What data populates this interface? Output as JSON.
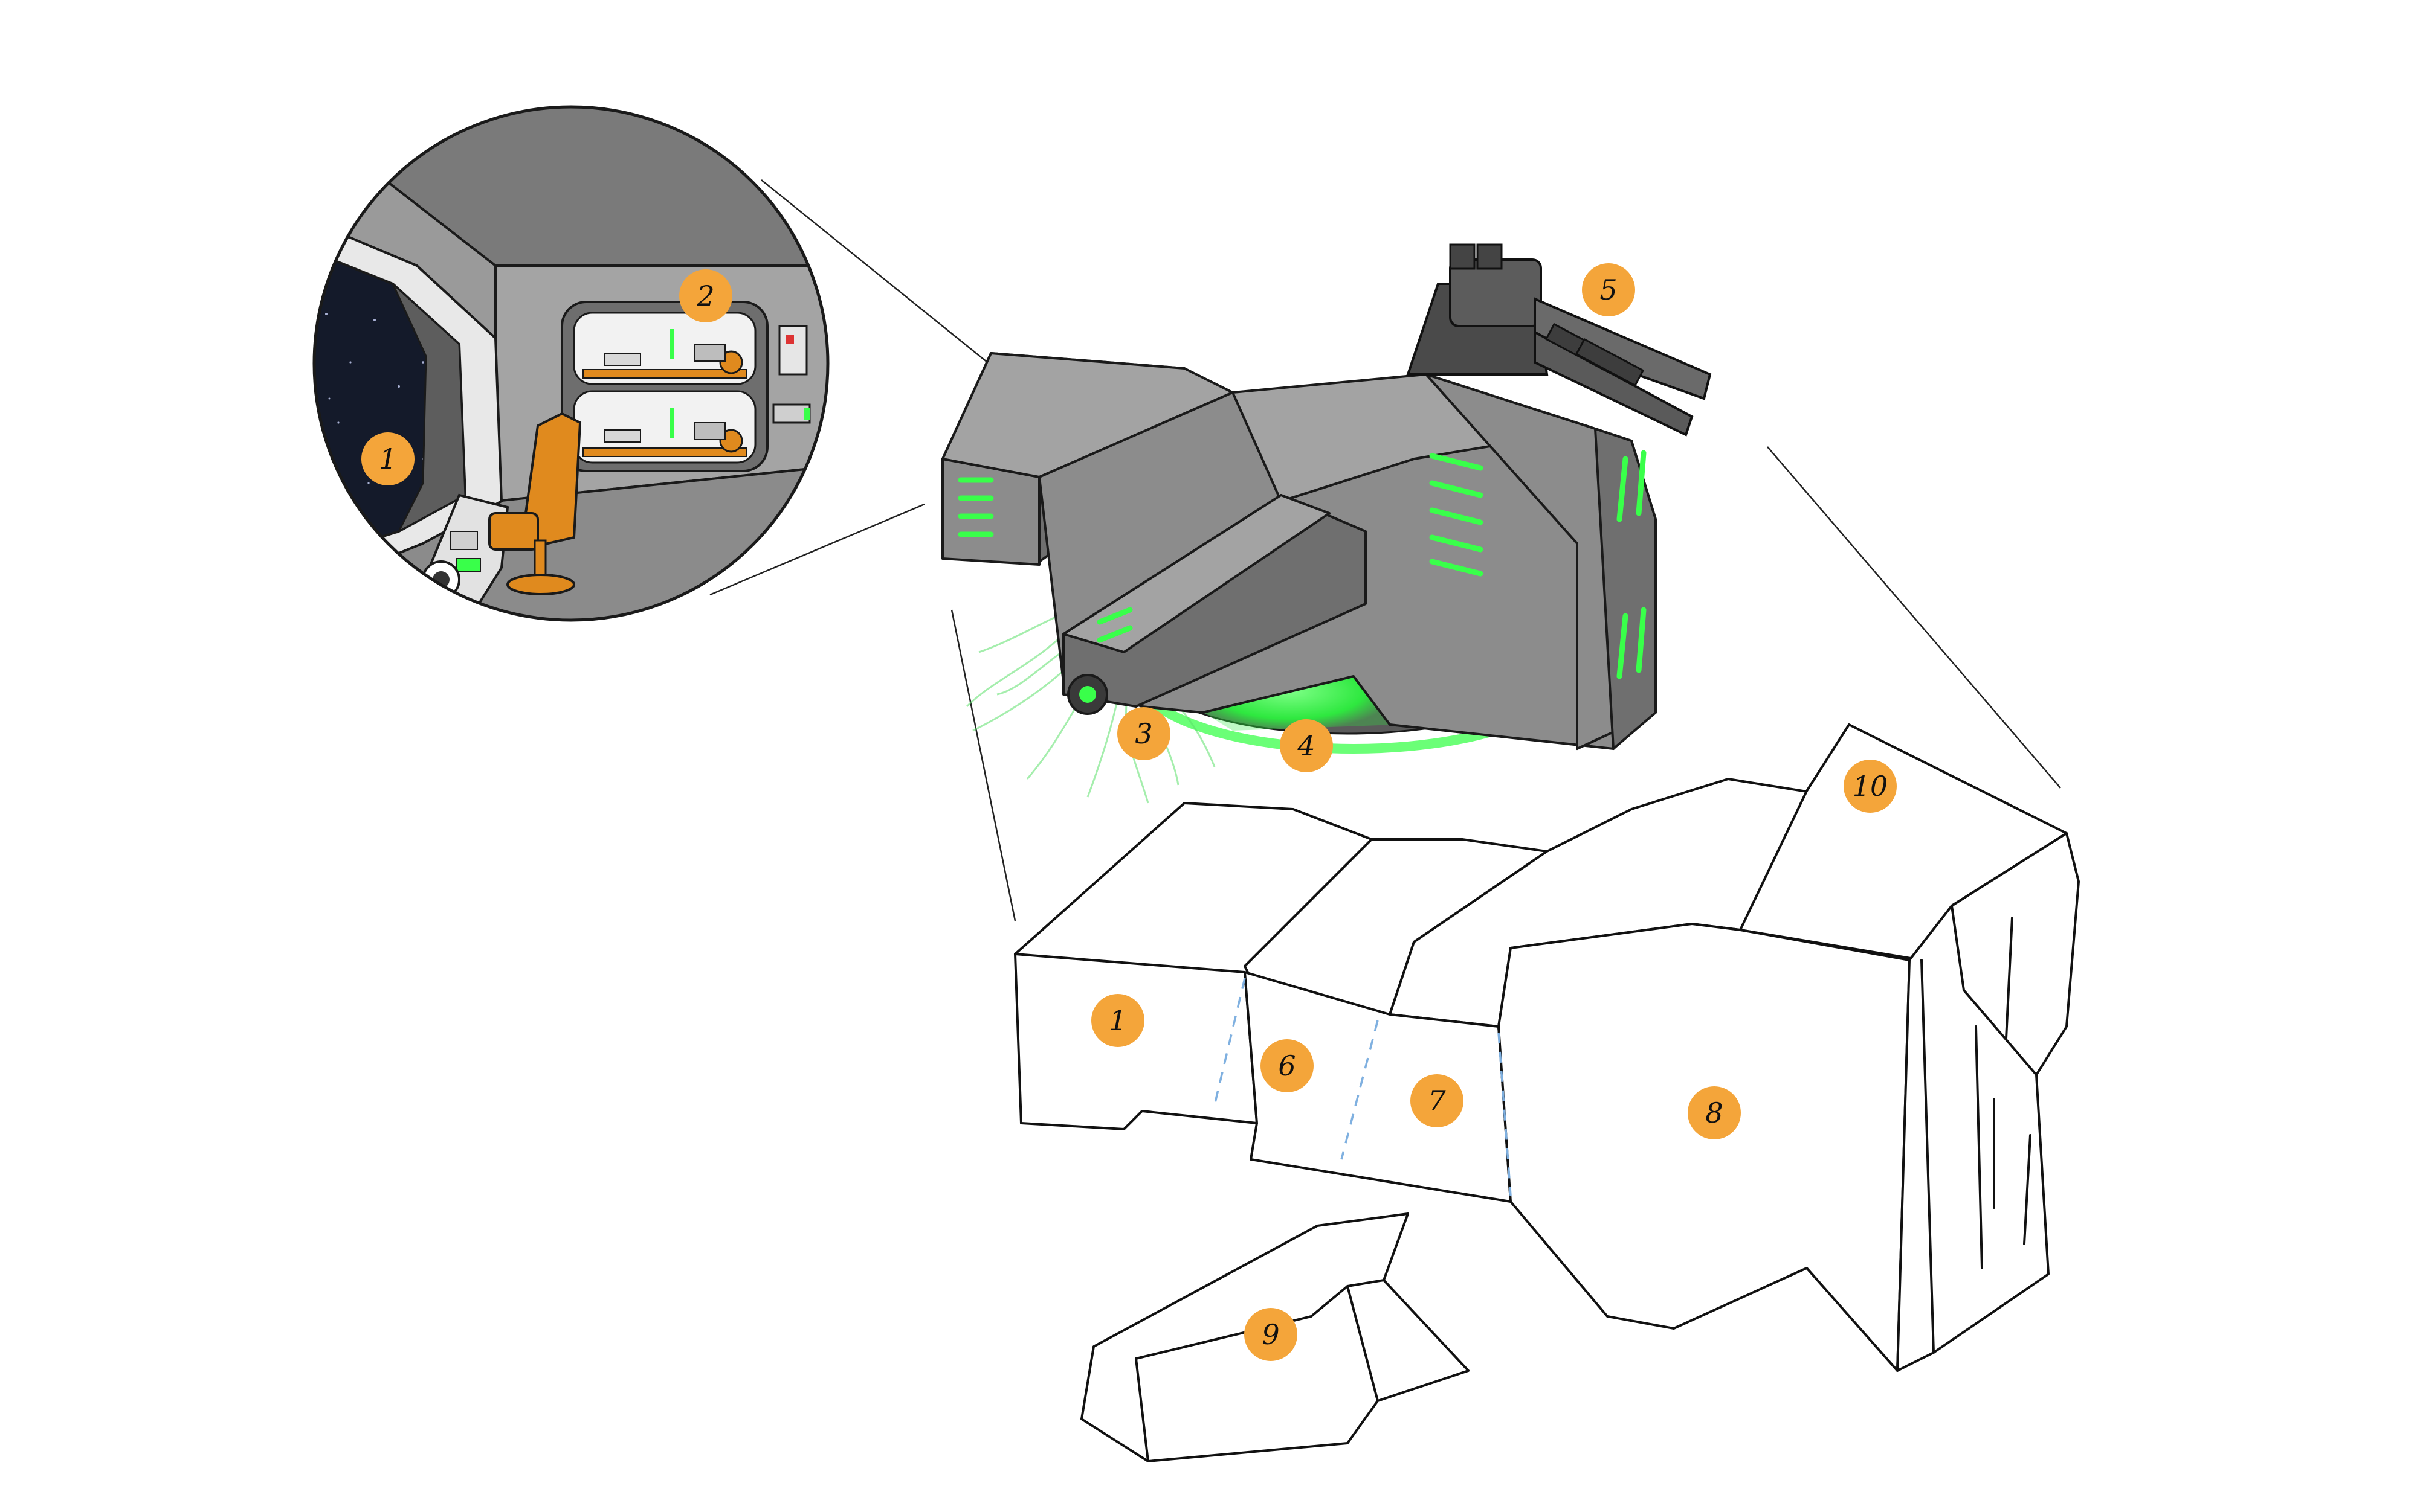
{
  "labels": {
    "inset": {
      "cockpit": "1",
      "bunks": "2"
    },
    "ship": {
      "cannon": "3",
      "emitter": "4",
      "turret": "5"
    },
    "outline": {
      "front": "1",
      "mid_a": "6",
      "mid_b": "7",
      "body": "8",
      "fin": "9",
      "top": "10"
    }
  },
  "colors": {
    "badge": "#f4a53a",
    "glow": "#39ff4a",
    "hull": "#8c8c8c",
    "seat": "#e08a1e",
    "space": "#141a2a"
  }
}
